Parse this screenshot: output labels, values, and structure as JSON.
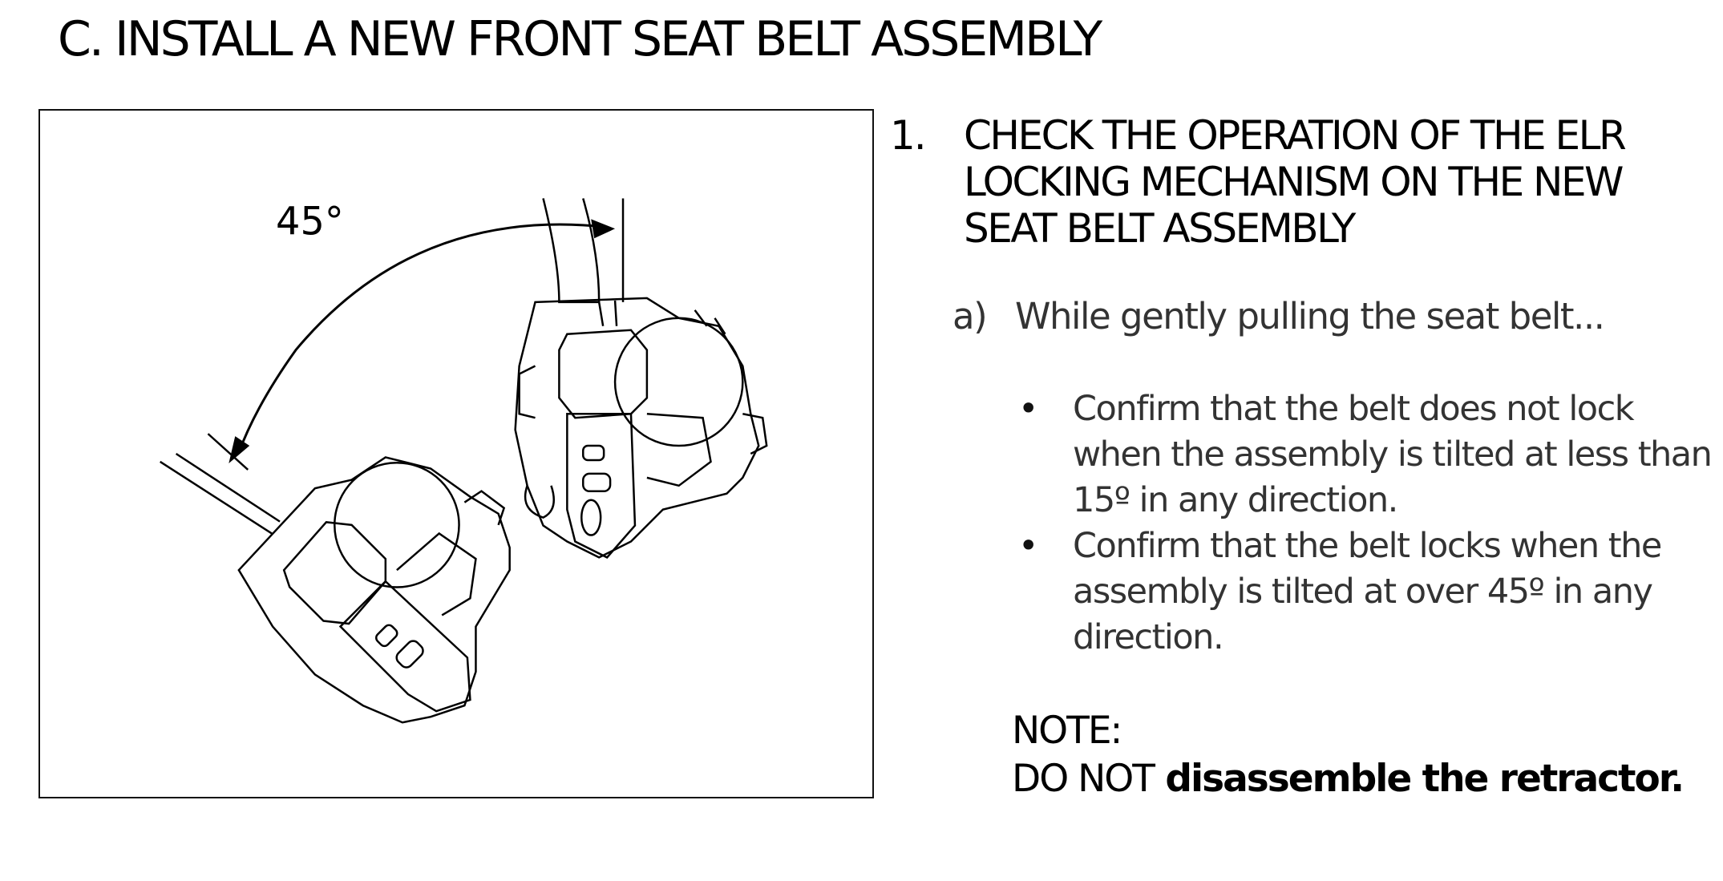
{
  "page": {
    "title": "C.  INSTALL A NEW FRONT SEAT BELT ASSEMBLY"
  },
  "figure": {
    "angle_label": "45°"
  },
  "step": {
    "number": "1.",
    "text": "CHECK THE OPERATION OF THE ELR LOCKING MECHANISM ON THE NEW SEAT BELT ASSEMBLY"
  },
  "substep": {
    "marker": "a)",
    "text": "While gently pulling the seat belt..."
  },
  "bullets": [
    {
      "marker": "•",
      "text": "Confirm that the belt does not lock when the assembly is tilted at less than 15º in any direction."
    },
    {
      "marker": "•",
      "text": "Confirm that the belt locks when the assembly is tilted at over 45º in any direction."
    }
  ],
  "note": {
    "label": "NOTE:",
    "prefix": "DO NOT",
    "body": " disassemble the retractor."
  },
  "colors": {
    "text": "#000000",
    "secondary_text": "#333333",
    "border": "#111111"
  }
}
